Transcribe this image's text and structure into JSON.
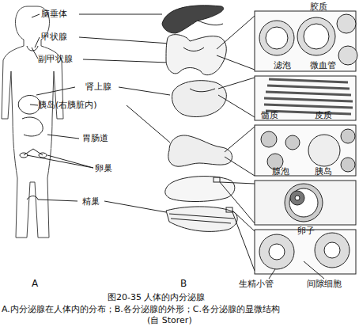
{
  "diagram": {
    "caption": "图20-35 人体的内分泌腺",
    "labels": [
      "脑垂体",
      "甲状腺",
      "副甲状腺",
      "肾上腺",
      "胰岛(右胰脏内)",
      "胃肠道",
      "卵巢",
      "精巢",
      "胶质",
      "滤泡",
      "微血管",
      "髓质",
      "皮质",
      "腺泡",
      "胰岛",
      "卵子",
      "生精小管",
      "间隙细胞",
      "A",
      "B",
      "A.内分泌腺在人体内的分布；B.各分泌腺的外形；C.各分泌腺的显微结构",
      "(自 Storer)"
    ]
  }
}
